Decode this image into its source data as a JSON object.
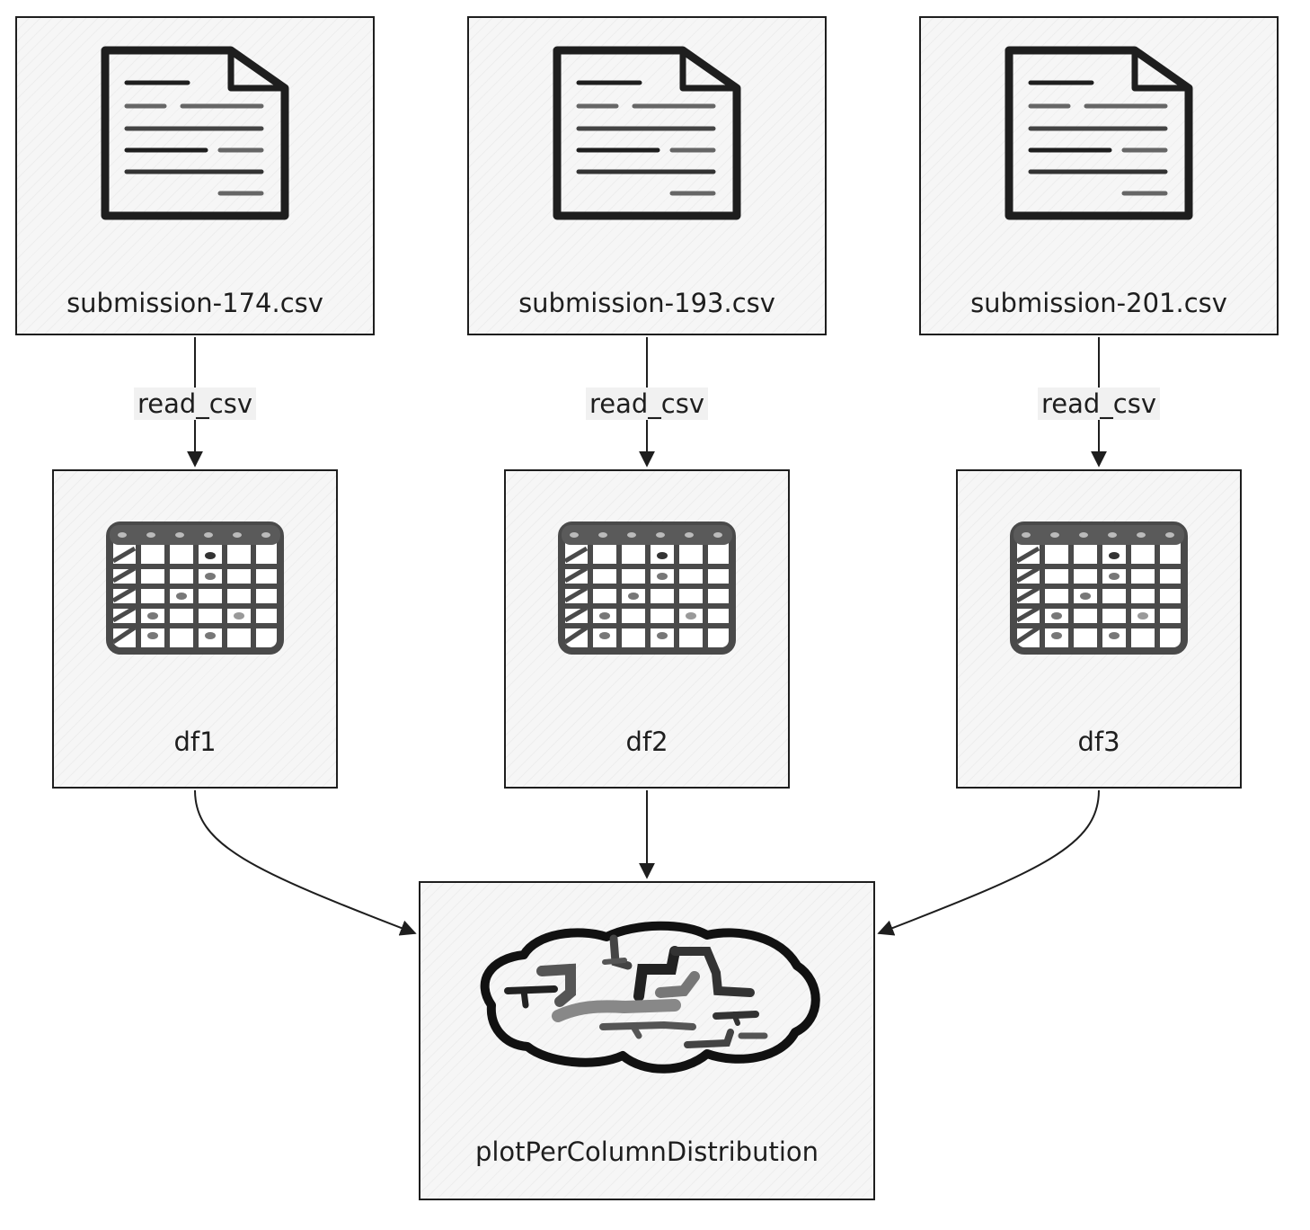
{
  "files": [
    {
      "name": "submission-174.csv"
    },
    {
      "name": "submission-193.csv"
    },
    {
      "name": "submission-201.csv"
    }
  ],
  "edges": {
    "read_label": "read_csv"
  },
  "dataframes": [
    {
      "name": "df1"
    },
    {
      "name": "df2"
    },
    {
      "name": "df3"
    }
  ],
  "function": {
    "name": "plotPerColumnDistribution"
  },
  "icons": {
    "file": "document-icon",
    "dataframe": "table-icon",
    "function": "brain-icon"
  },
  "colors": {
    "stroke": "#1e1e1e",
    "fill": "#f6f6f6"
  }
}
